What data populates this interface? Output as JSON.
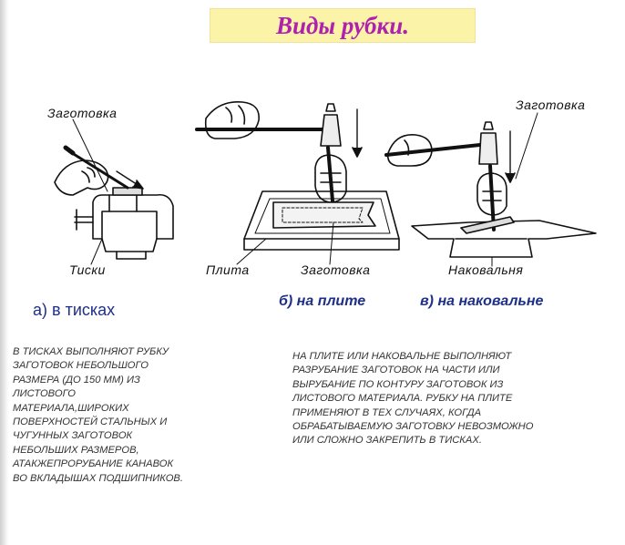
{
  "title": "Виды рубки.",
  "figure_labels": {
    "workpiece_left": "Заготовка",
    "vise": "Тиски",
    "plate": "Плита",
    "workpiece_middle": "Заготовка",
    "workpiece_right": "Заготовка",
    "anvil": "Наковальня"
  },
  "captions": {
    "a": "а) в тисках",
    "b": "б) на плите",
    "c": "в) на наковальне"
  },
  "text_left": [
    "В ТИСКАХ  ВЫПОЛНЯЮТ РУБКУ",
    "ЗАГОТОВОК НЕБОЛЬШОГО",
    "РАЗМЕРА (ДО 150 ММ) ИЗ",
    "ЛИСТОВОГО",
    "МАТЕРИАЛА,ШИРОКИХ",
    "ПОВЕРХНОСТЕЙ СТАЛЬНЫХ И",
    "ЧУГУННЫХ ЗАГОТОВОК",
    "НЕБОЛЬШИХ РАЗМЕРОВ,",
    "АТАКЖЕПРОРУБАНИЕ КАНАВОК",
    "ВО ВКЛАДЫШАХ ПОДШИПНИКОВ."
  ],
  "text_right": [
    "НА ПЛИТЕ ИЛИ НАКОВАЛЬНЕ ВЫПОЛНЯЮТ",
    "РАЗРУБАНИЕ ЗАГОТОВОК НА ЧАСТИ ИЛИ",
    "ВЫРУБАНИЕ ПО КОНТУРУ ЗАГОТОВОК ИЗ",
    "ЛИСТОВОГО МАТЕРИАЛА. РУБКУ НА ПЛИТЕ",
    "ПРИМЕНЯЮТ В ТЕХ СЛУЧАЯХ, КОГДА",
    "ОБРАБАТЫВАЕМУЮ ЗАГОТОВКУ НЕВОЗМОЖНО",
    "ИЛИ СЛОЖНО ЗАКРЕПИТЬ В ТИСКАХ."
  ]
}
